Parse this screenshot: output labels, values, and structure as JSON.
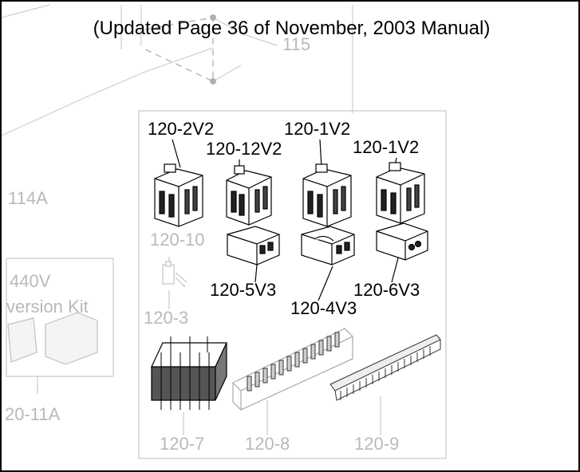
{
  "header": {
    "note": "(Updated Page 36 of November, 2003 Manual)"
  },
  "labels": {
    "p115": "115",
    "p114a": "114A",
    "v440": "440V",
    "version_kit": "version Kit",
    "p120_11a": "20-11A",
    "p120_2v2": "120-2V2",
    "p120_12v2": "120-12V2",
    "p120_1v2_a": "120-1V2",
    "p120_1v2_b": "120-1V2",
    "p120_10": "120-10",
    "p120_3": "120-3",
    "p120_5v3": "120-5V3",
    "p120_4v3": "120-4V3",
    "p120_6v3": "120-6V3",
    "p120_7": "120-7",
    "p120_8": "120-8",
    "p120_9": "120-9"
  },
  "colors": {
    "line": "#000000",
    "faded": "#b9b9b9",
    "border": "#c8c8c8",
    "block_dark": "#555555"
  }
}
